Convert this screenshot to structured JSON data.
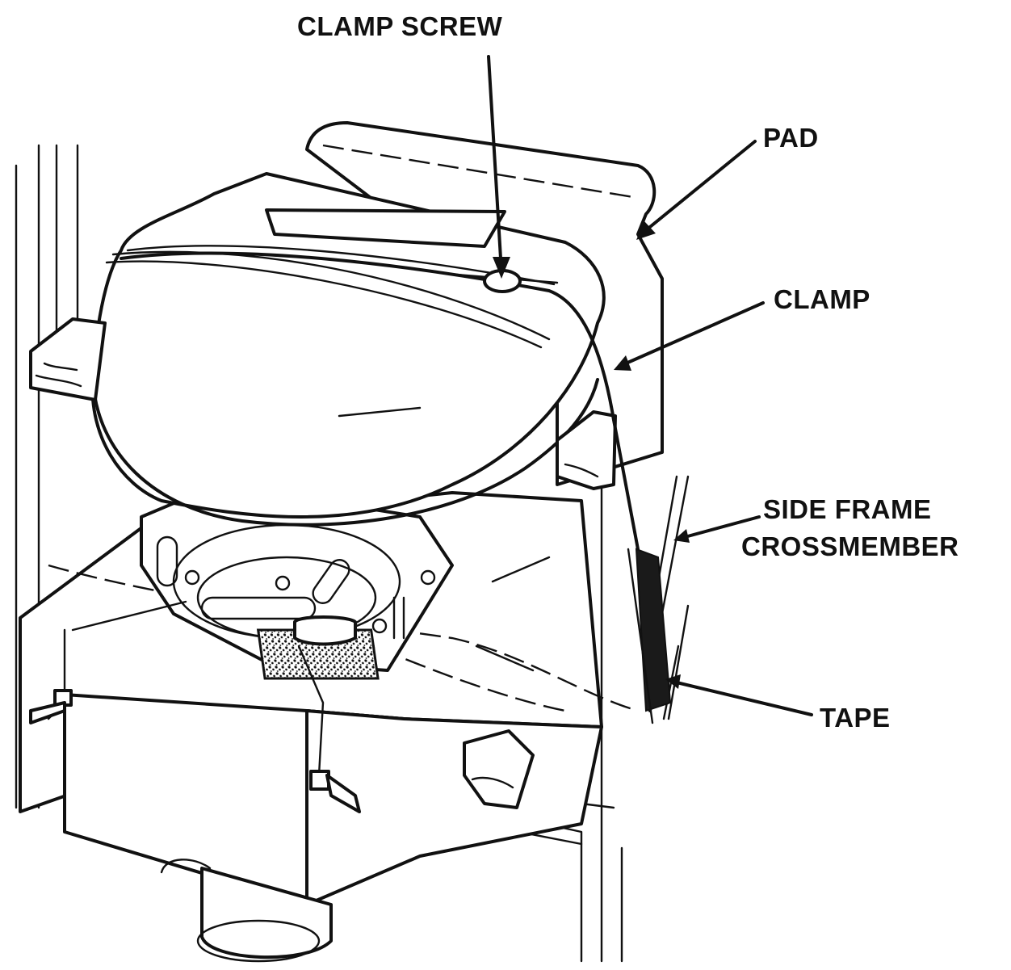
{
  "labels": {
    "clamp_screw": "CLAMP SCREW",
    "pad": "PAD",
    "clamp": "CLAMP",
    "side_frame_line1": "SIDE FRAME",
    "side_frame_line2": "CROSSMEMBER",
    "tape": "TAPE"
  }
}
